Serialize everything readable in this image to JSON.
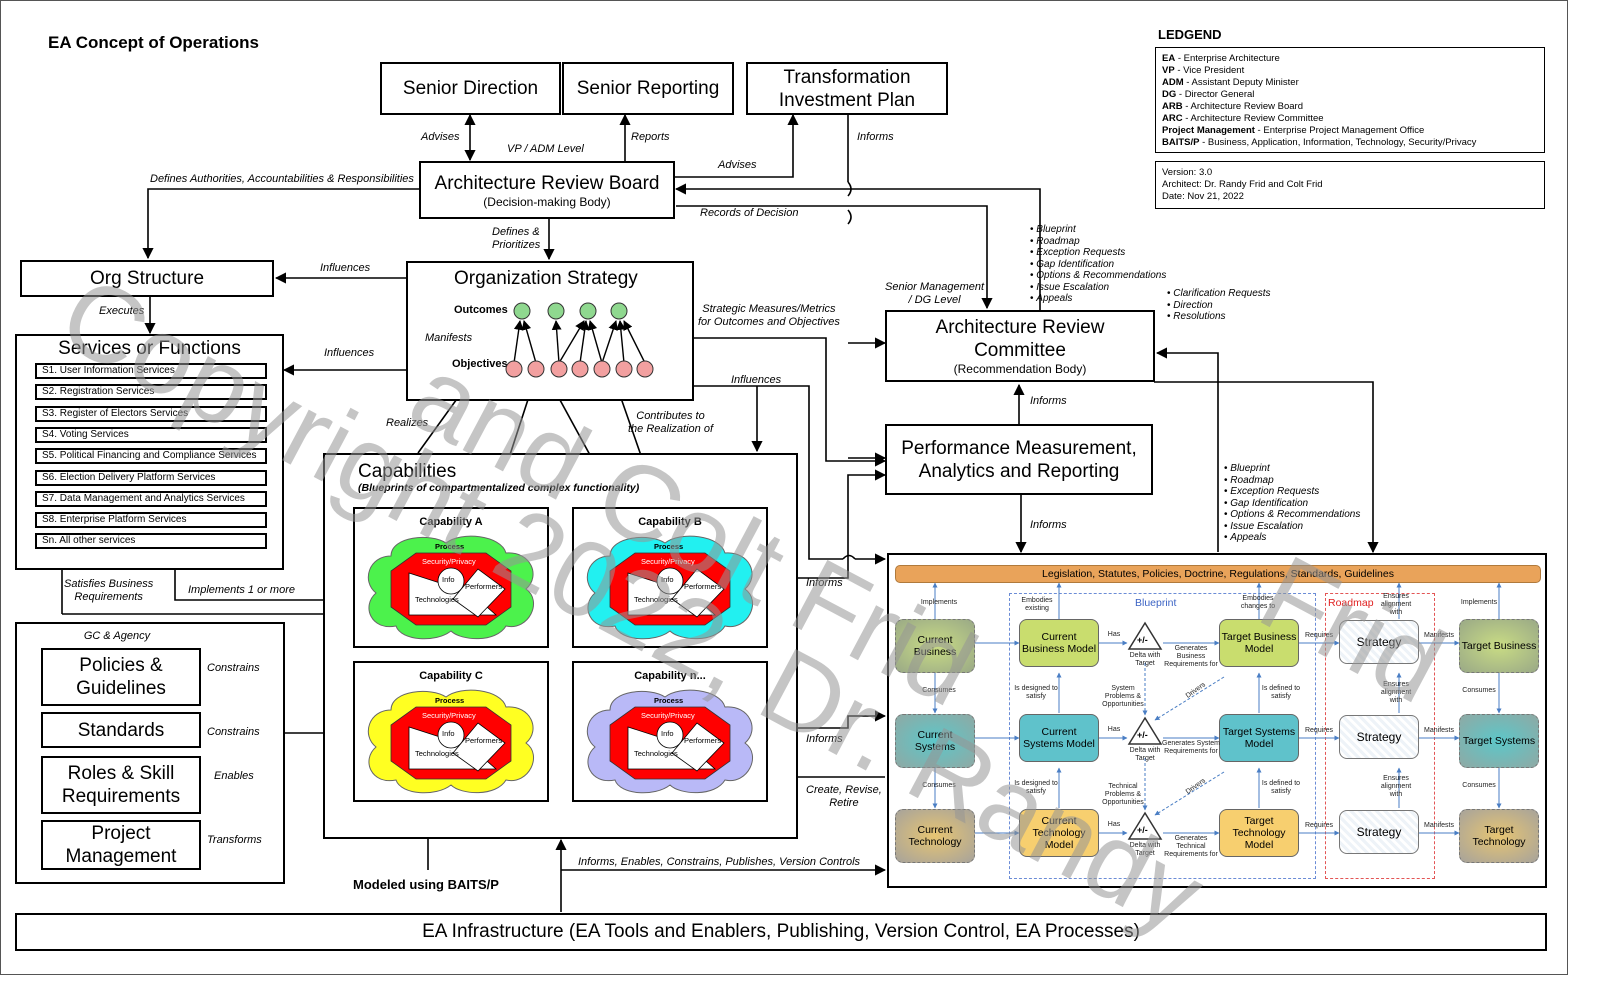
{
  "title": "EA Concept of Operations",
  "legend": {
    "heading": "LEDGEND",
    "entries": [
      {
        "abbr": "EA",
        "meaning": " - Enterprise Architecture"
      },
      {
        "abbr": "VP",
        "meaning": " - Vice President"
      },
      {
        "abbr": "ADM",
        "meaning": " - Assistant Deputy Minister"
      },
      {
        "abbr": "DG",
        "meaning": " - Director General"
      },
      {
        "abbr": "ARB",
        "meaning": " - Architecture Review Board"
      },
      {
        "abbr": "ARC",
        "meaning": " - Architecture Review Committee"
      },
      {
        "abbr": "Project Management",
        "meaning": " - Enterprise Project Management Office"
      },
      {
        "abbr": "BAITS/P",
        "meaning": " - Business, Application, Information, Technology, Security/Privacy"
      }
    ],
    "version": "Version: 3.0",
    "architect": "Architect: Dr. Randy Frid and Colt Frid",
    "date": "Date: Nov 21, 2022"
  },
  "top_boxes": {
    "senior_direction": "Senior Direction",
    "senior_reporting": "Senior Reporting",
    "tip_line1": "Transformation",
    "tip_line2": "Investment Plan"
  },
  "arb": {
    "title": "Architecture Review Board",
    "subtitle": "(Decision-making Body)"
  },
  "arc": {
    "title_line1": "Architecture Review",
    "title_line2": "Committee",
    "subtitle": "(Recommendation Body)"
  },
  "pmar": {
    "line1": "Performance Measurement,",
    "line2": "Analytics and Reporting"
  },
  "org_structure": "Org Structure",
  "org_strategy": {
    "title": "Organization Strategy",
    "outcomes": "Outcomes",
    "objectives": "Objectives",
    "manifests": "Manifests"
  },
  "services": {
    "title": "Services or Functions",
    "items": [
      "S1. User Information Services",
      "S2. Registration Services",
      "S3. Register of Electors Services",
      "S4. Voting Services",
      "S5. Political Financing and Compliance Services",
      "S6. Election Delivery Platform Services",
      "S7. Data Management and Analytics Services",
      "S8. Enterprise Platform Services",
      "Sn. All other services"
    ]
  },
  "gc_agency": {
    "title": "GC & Agency",
    "items": [
      {
        "line1": "Policies &",
        "line2": "Guidelines",
        "relation": "Constrains"
      },
      {
        "line1": "Standards",
        "line2": "",
        "relation": "Constrains"
      },
      {
        "line1": "Roles & Skill",
        "line2": "Requirements",
        "relation": "Enables"
      },
      {
        "line1": "Project",
        "line2": "Management",
        "relation": "Transforms"
      }
    ]
  },
  "capabilities": {
    "title": "Capabilities",
    "subtitle": "(Blueprints of compartmentalized complex functionality)",
    "items": [
      {
        "name": "Capability A",
        "color": "#4cf24c"
      },
      {
        "name": "Capability B",
        "color": "#22f0f0"
      },
      {
        "name": "Capability C",
        "color": "#ffff22"
      },
      {
        "name": "Capability n...",
        "color": "#b9b9f7"
      }
    ],
    "layers": {
      "process": "Process",
      "security": "Security/Privacy",
      "info": "Info",
      "performers": "Performers",
      "technologies": "Technologies"
    },
    "modeled": "Modeled using BAITS/P"
  },
  "labels": {
    "advises_sd": "Advises",
    "vp_adm": "VP / ADM Level",
    "reports": "Reports",
    "advises_tip": "Advises",
    "informs_tip": "Informs",
    "defines_aar": "Defines Authorities, Accountabilities & Responsibilities",
    "records": "Records of Decision",
    "defines_prior_1": "Defines &",
    "defines_prior_2": "Prioritizes",
    "influences_org": "Influences",
    "executes": "Executes",
    "influences_svc": "Influences",
    "strategic_1": "Strategic Measures/Metrics",
    "strategic_2": "for Outcomes and Objectives",
    "influences_cap": "Influences",
    "realizes": "Realizes",
    "contributes_1": "Contributes to",
    "contributes_2": "the Realization of",
    "senior_mgmt_1": "Senior Management",
    "senior_mgmt_2": "/ DG Level",
    "informs_arc": "Informs",
    "informs_pmar": "Informs",
    "satisfies_1": "Satisfies Business",
    "satisfies_2": "Requirements",
    "implements": "Implements 1 or more",
    "informs_capb": "Informs",
    "informs_capn": "Informs",
    "create_1": "Create, Revise,",
    "create_2": "Retire",
    "infra_link": "Informs, Enables, Constrains, Publishes, Version Controls"
  },
  "arc_bullets_up": [
    "Blueprint",
    "Roadmap",
    "Exception Requests",
    "Gap Identification",
    "Options & Recommendations",
    "Issue Escalation",
    "Appeals"
  ],
  "arc_bullets_down": [
    "Clarification Requests",
    "Direction",
    "Resolutions"
  ],
  "blueprint_bullets": [
    "Blueprint",
    "Roadmap",
    "Exception Requests",
    "Gap Identification",
    "Options & Recommendations",
    "Issue Escalation",
    "Appeals"
  ],
  "blueprint_panel": {
    "banner": "Legislation, Statutes, Policies, Doctrine, Regulations, Standards, Guidelines",
    "blueprint_label": "Blueprint",
    "roadmap_label": "Roadmap",
    "current": [
      "Current Business",
      "Current Systems",
      "Current Technology"
    ],
    "current_models": [
      "Current Business Model",
      "Current Systems Model",
      "Current Technology Model"
    ],
    "target_models": [
      "Target Business Model",
      "Target Systems Model",
      "Target Technology Model"
    ],
    "target": [
      "Target Business",
      "Target Systems",
      "Target Technology"
    ],
    "strategy": "Strategy",
    "delta": "+/-",
    "delta_caption": "Delta with Target",
    "implements": "Implements",
    "consumes": "Consumes",
    "embodies_existing": "Embodies existing",
    "embodies_changes": "Embodies changes to",
    "has": "Has",
    "requires": "Requires",
    "manifests": "Manifests",
    "ensures": "Ensures alignment with",
    "designed": "Is designed to satisfy",
    "defined": "Is defined to satisfy",
    "drivers": "Drivers",
    "generates": [
      "Generates Business Requirements for",
      "Generates System Requirements for",
      "Generates Technical Requirements for"
    ],
    "problems": [
      "System Problems & Opportunities",
      "Technical Problems & Opportunities"
    ]
  },
  "infrastructure": "EA Infrastructure (EA Tools and Enablers, Publishing, Version Control, EA Processes)",
  "watermark": {
    "line1": "Copyright 2022, Dr. Randy",
    "line2": "and Colt Frid",
    "line3": "Frid"
  }
}
